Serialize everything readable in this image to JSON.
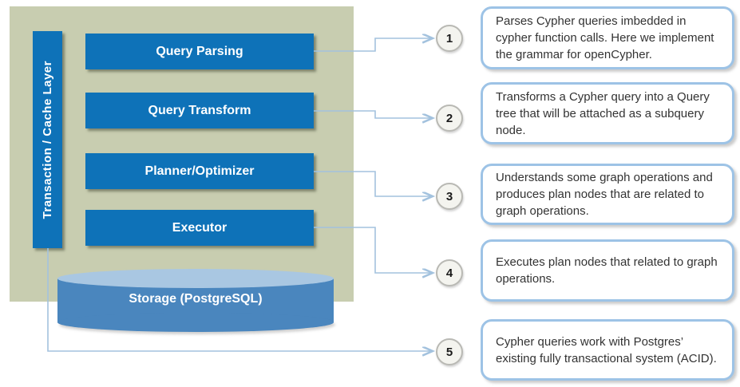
{
  "colors": {
    "panel_bg": "#c8cdb0",
    "stage_blue": "#0e72b8",
    "cylinder_body": "#4a86be",
    "cylinder_top": "#a9c7e2",
    "connector_line": "#a3c2de",
    "callout_border": "#9dc3e6",
    "circle_fill": "#f4f4ef",
    "circle_border": "#b9b9b4"
  },
  "diagram": {
    "cache_layer_label": "Transaction / Cache Layer",
    "stages": [
      {
        "label": "Query Parsing"
      },
      {
        "label": "Query Transform"
      },
      {
        "label": "Planner/Optimizer"
      },
      {
        "label": "Executor"
      }
    ],
    "storage_label": "Storage (PostgreSQL)"
  },
  "callouts": [
    {
      "number": "1",
      "text": "Parses Cypher queries imbedded in cypher function calls. Here we implement the grammar for openCypher."
    },
    {
      "number": "2",
      "text": "Transforms a Cypher query into a Query tree that will be attached as a subquery node."
    },
    {
      "number": "3",
      "text": "Understands some graph operations and produces plan nodes that are related to graph operations."
    },
    {
      "number": "4",
      "text": "Executes plan nodes that related to graph operations."
    },
    {
      "number": "5",
      "text": "Cypher queries work with Postgres’ existing fully transactional system (ACID)."
    }
  ]
}
